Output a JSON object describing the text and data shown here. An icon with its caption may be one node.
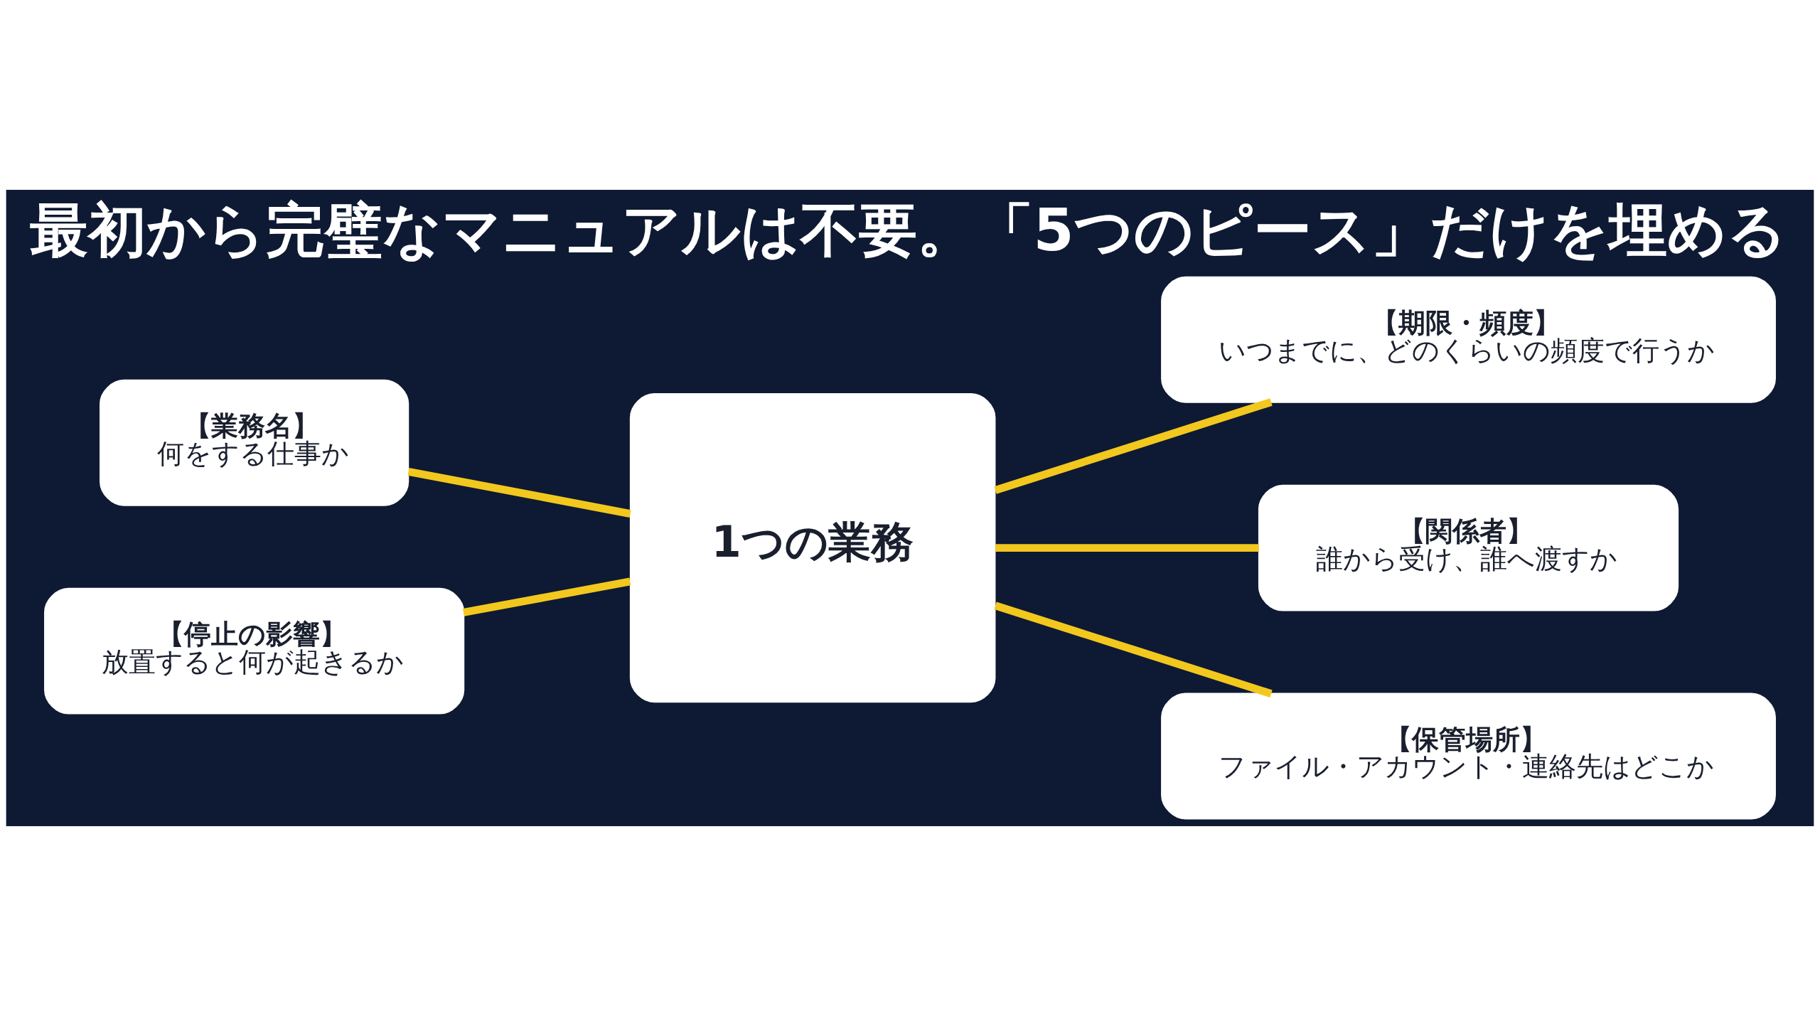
{
  "diagram": {
    "title": "最初から完璧なマニュアルは不要。「5つのピース」だけを埋める",
    "nodes": [
      {
        "text": [
          "【業務名】",
          "何をする仕事か"
        ]
      },
      {
        "text": [
          "【期限・頻度】",
          "いつまでに、どのくらいの頻度で行うか"
        ]
      },
      {
        "text": [
          "1つの業務"
        ]
      },
      {
        "text": [
          "【関係者】",
          "誰から受け、誰へ渡すか"
        ]
      },
      {
        "text": [
          "【停止の影響】",
          "放置すると何が起きるか"
        ]
      },
      {
        "text": [
          "【保管場所】",
          "ファイル・アカウント・連絡先はどこか"
        ]
      }
    ],
    "edges": [
      {
        "from": 2,
        "to": 0,
        "arrow": "none"
      },
      {
        "from": 2,
        "to": 1,
        "arrow": "none"
      },
      {
        "from": 2,
        "to": 3,
        "arrow": "none"
      },
      {
        "from": 2,
        "to": 4,
        "arrow": "none"
      },
      {
        "from": 2,
        "to": 5,
        "arrow": "none"
      }
    ]
  }
}
